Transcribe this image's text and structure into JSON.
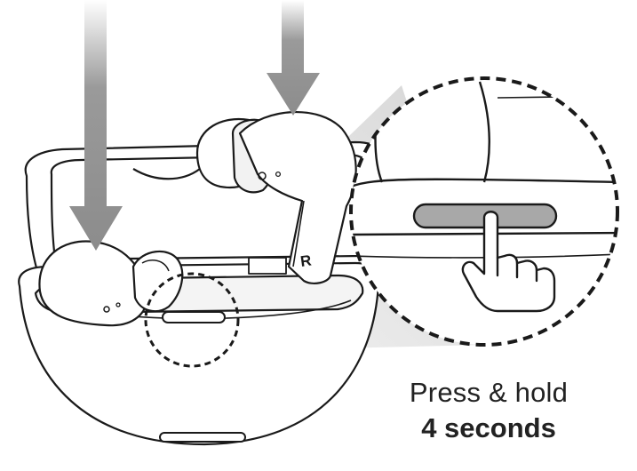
{
  "instruction": {
    "line1": "Press & hold",
    "line2": "4 seconds"
  },
  "earbud_label": "R",
  "colors": {
    "outline": "#1a1a1a",
    "arrow": "#8c8c8c",
    "callout_shade": "#d9d9d9",
    "button_fill": "#a8a8a8",
    "text": "#222222"
  },
  "icons": [
    "down-arrow-icon",
    "pointing-hand-icon"
  ]
}
